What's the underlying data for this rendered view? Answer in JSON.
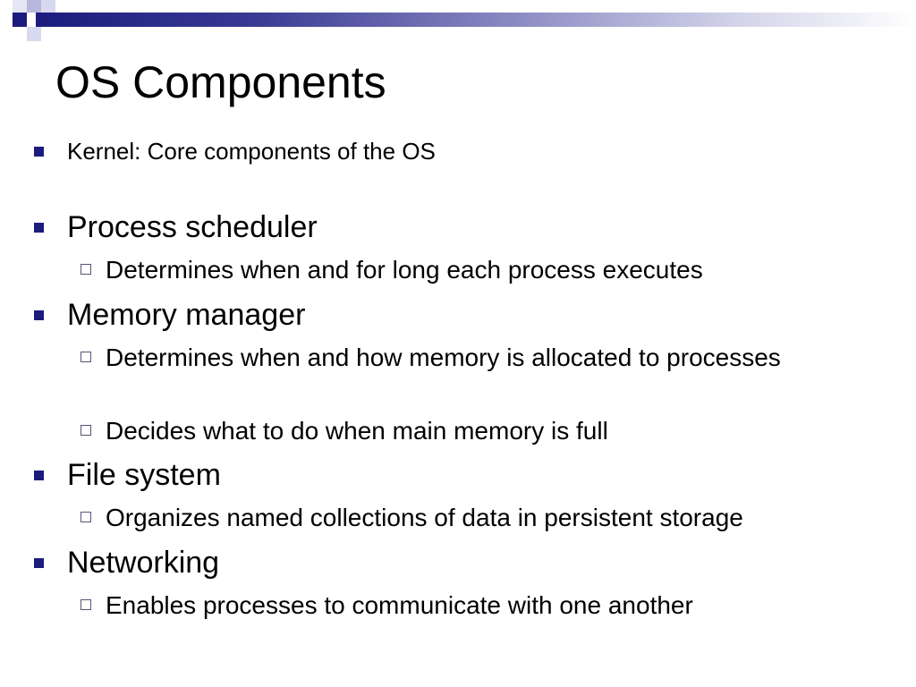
{
  "slide": {
    "title": "OS Components",
    "items": [
      {
        "level": 1,
        "text": "Kernel: Core components of the OS"
      },
      {
        "level": 1,
        "text": "Process scheduler"
      },
      {
        "level": 2,
        "text": "Determines when and for long each process executes"
      },
      {
        "level": 1,
        "text": "Memory manager"
      },
      {
        "level": 2,
        "text": "Determines when and how memory is allocated to processes"
      },
      {
        "level": 2,
        "text": "Decides what to do when main memory is full"
      },
      {
        "level": 1,
        "text": "File system"
      },
      {
        "level": 2,
        "text": "Organizes named collections of data in persistent storage"
      },
      {
        "level": 1,
        "text": "Networking"
      },
      {
        "level": 2,
        "text": "Enables processes to communicate with one another"
      }
    ]
  },
  "colors": {
    "accent": "#1c1c7e",
    "text": "#000000",
    "background": "#ffffff"
  }
}
